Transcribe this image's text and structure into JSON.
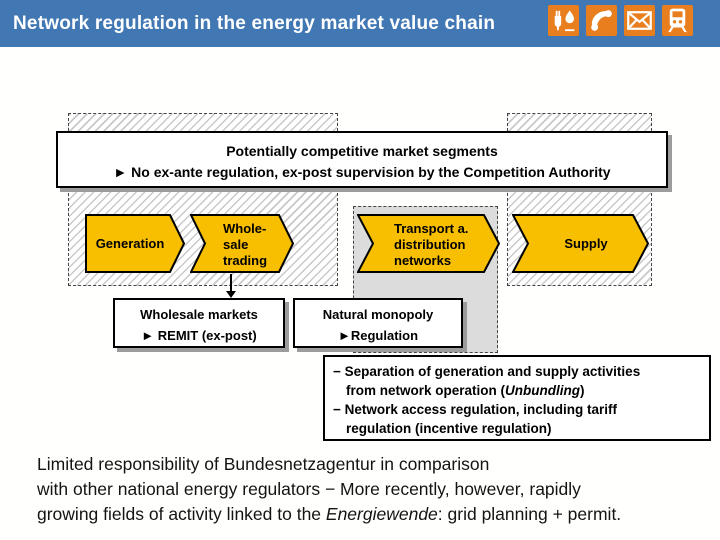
{
  "header": {
    "title": "Network regulation in the energy market value chain",
    "icons": [
      {
        "name": "electricity-gas-icon"
      },
      {
        "name": "telephone-icon"
      },
      {
        "name": "mail-icon"
      },
      {
        "name": "train-icon"
      }
    ]
  },
  "colors": {
    "header_blue": "#4177B3",
    "icon_orange": "#E87E1E",
    "arrow_yellow": "#F8BE00",
    "monopoly_gray": "#DCDCDC"
  },
  "diagram": {
    "competitive_box": {
      "line1": "Potentially competitive market segments",
      "line2": "► No ex-ante regulation, ex-post supervision by the Competition Authority"
    },
    "chain": [
      {
        "label": "Generation"
      },
      {
        "label_lines": [
          "Whole-",
          "sale",
          "trading"
        ]
      },
      {
        "label_lines": [
          "Transport a.",
          "distribution",
          "networks"
        ]
      },
      {
        "label": "Supply"
      }
    ],
    "wholesale_box": {
      "line1": "Wholesale markets",
      "line2": "► REMIT (ex-post)"
    },
    "monopoly_box": {
      "line1": "Natural monopoly",
      "line2": "►Regulation"
    },
    "unbundling_box": {
      "line1": "− Separation of generation and supply activities",
      "line2_pre": "from network operation (",
      "line2_italic": "Unbundling",
      "line2_post": ")",
      "line3": "− Network access regulation, including tariff",
      "line4": "regulation (incentive regulation)"
    }
  },
  "footer": {
    "line1": "Limited responsibility of Bundesnetzagentur in comparison",
    "line2": "with other national energy regulators − More recently, however, rapidly",
    "line3_pre": "growing fields of activity linked to the ",
    "line3_italic": "Energiewende",
    "line3_post": ": grid planning + permit."
  }
}
